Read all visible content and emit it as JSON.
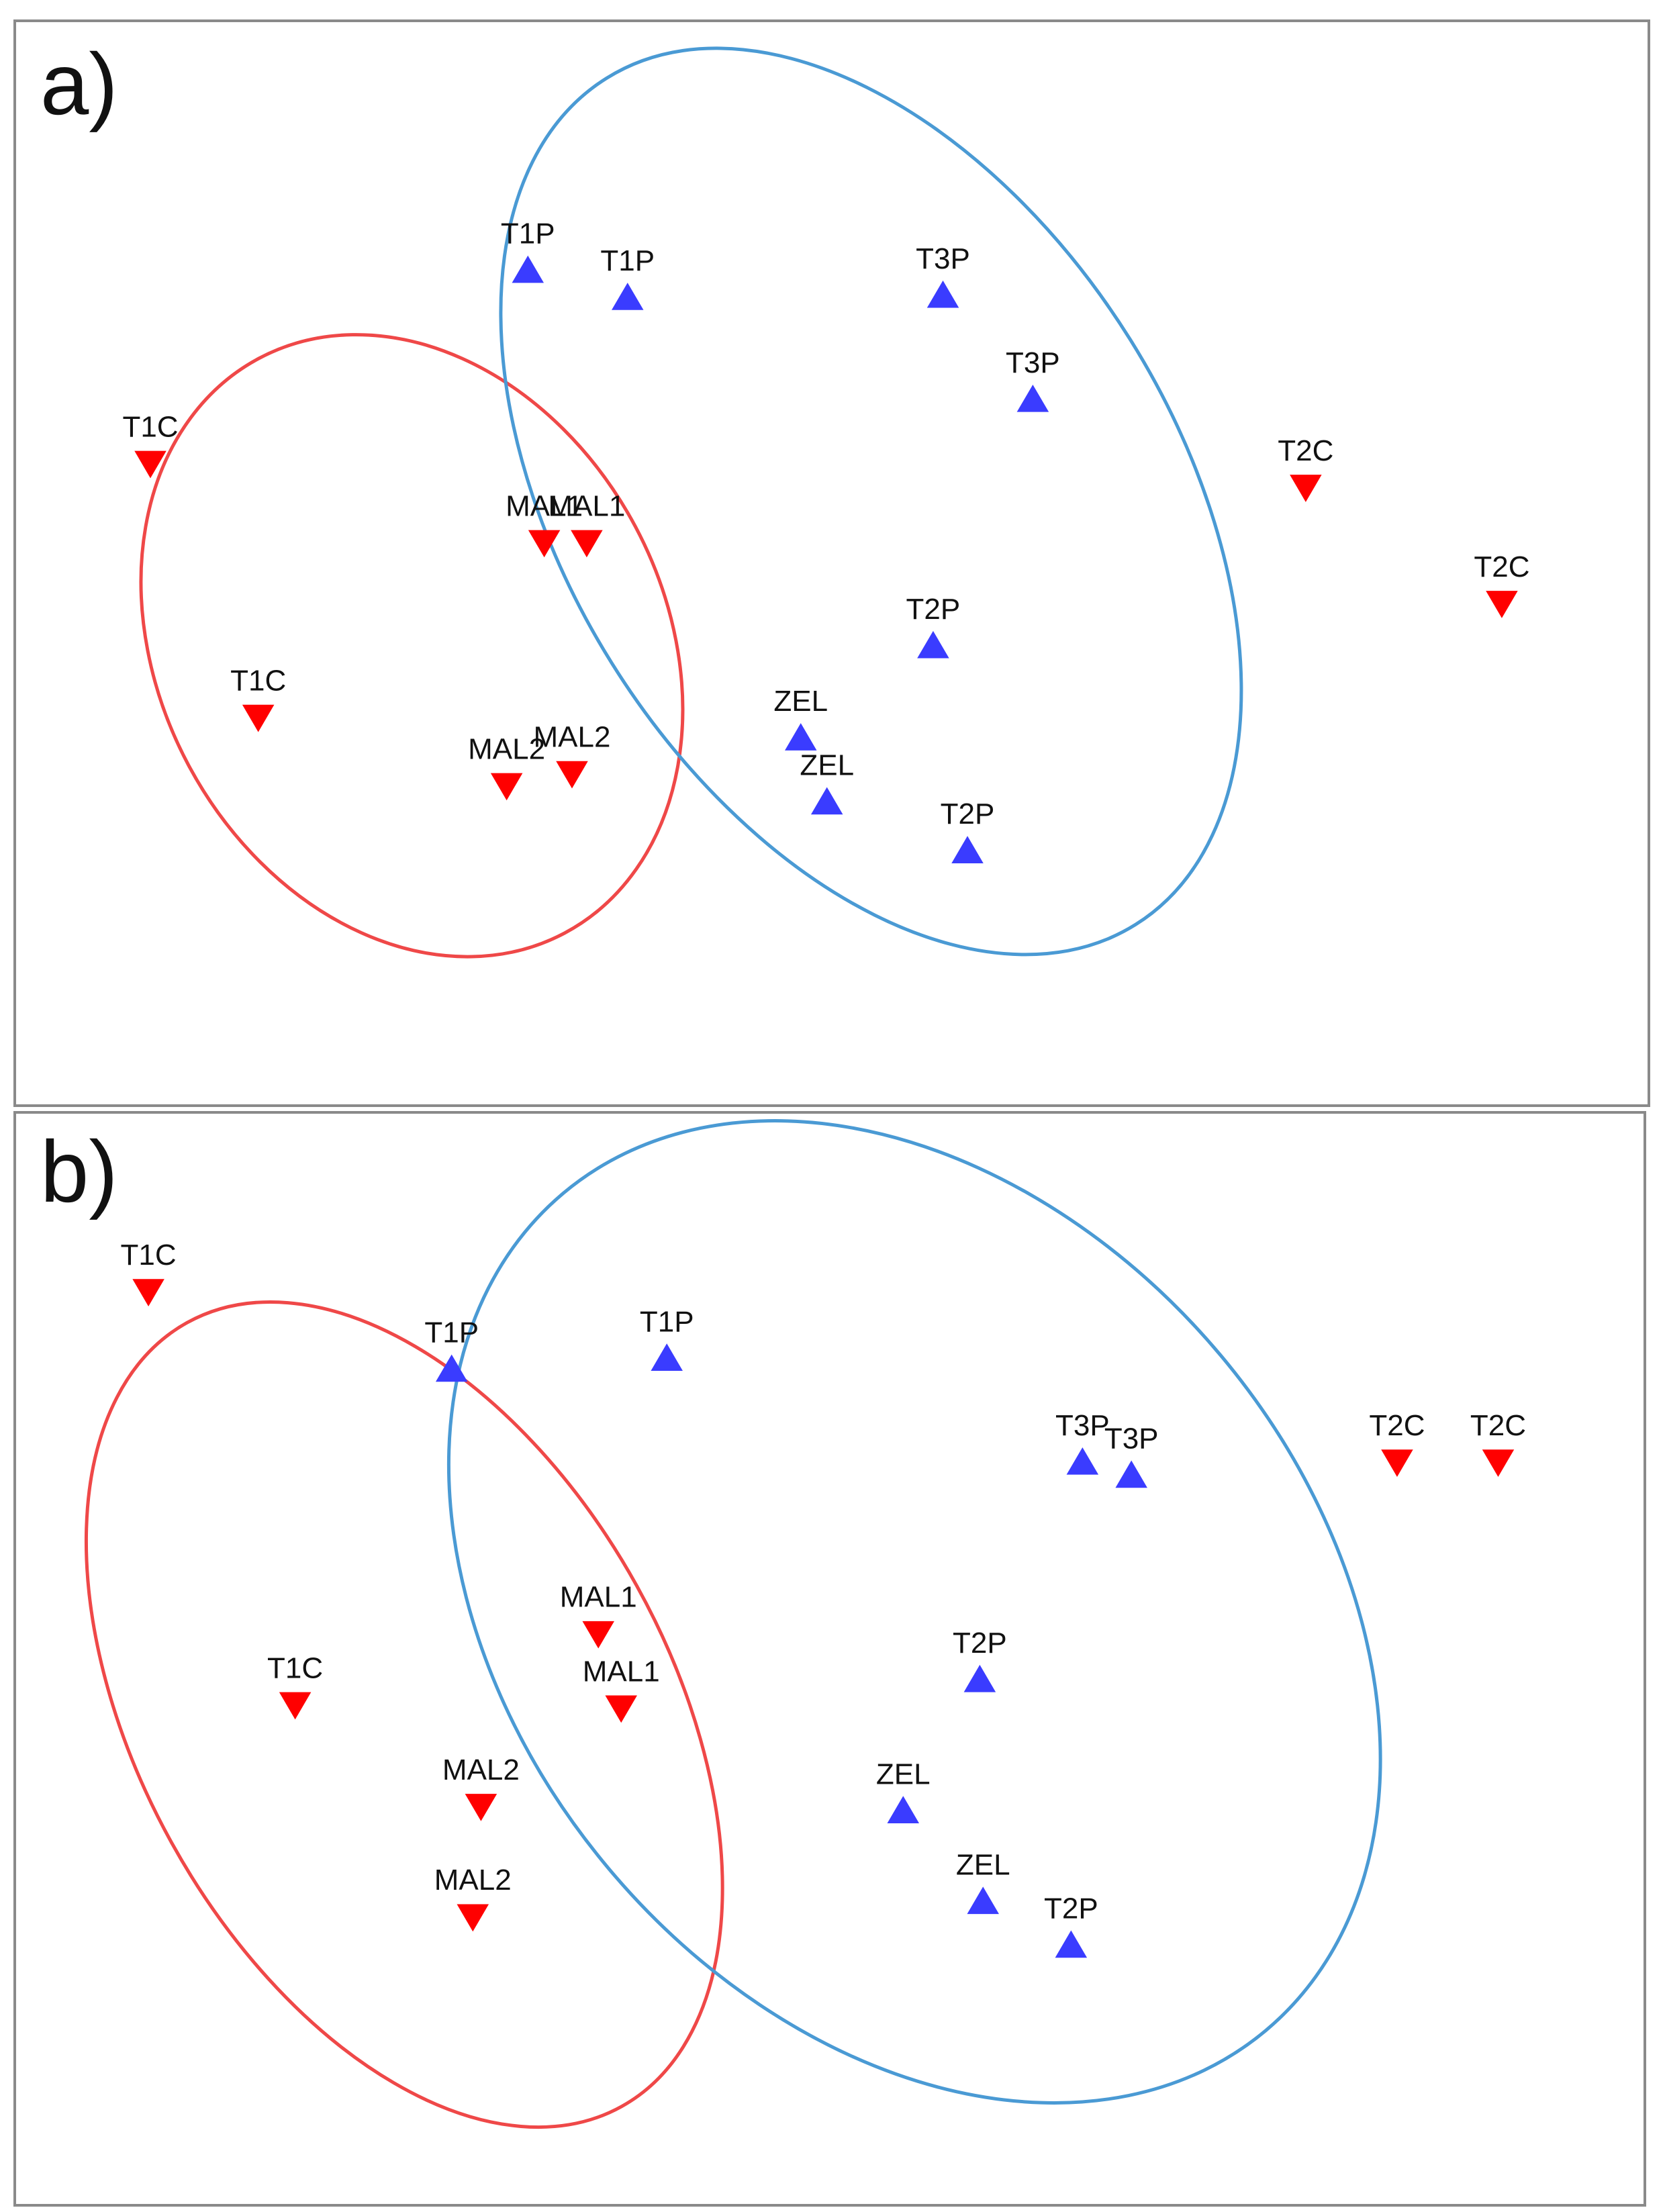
{
  "colors": {
    "group_red": "#ff0000",
    "group_blue": "#3a3cff",
    "ellipse_red": "#ef4848",
    "ellipse_blue": "#4a9ad4",
    "frame": "#8a8a8a"
  },
  "chart_data": [
    {
      "type": "scatter",
      "panel_label": "a)",
      "title": "",
      "xlabel": "",
      "ylabel": "",
      "xlim": [
        0,
        100
      ],
      "ylim": [
        0,
        100
      ],
      "grid": false,
      "marker_legend": {
        "down_triangle": "group_red",
        "up_triangle": "group_blue"
      },
      "points": [
        {
          "label": "T1P",
          "x": 31.4,
          "y": 77.0,
          "marker": "up",
          "group": "blue"
        },
        {
          "label": "T1P",
          "x": 37.5,
          "y": 74.5,
          "marker": "up",
          "group": "blue"
        },
        {
          "label": "T3P",
          "x": 56.8,
          "y": 74.7,
          "marker": "up",
          "group": "blue"
        },
        {
          "label": "T3P",
          "x": 62.3,
          "y": 65.1,
          "marker": "up",
          "group": "blue"
        },
        {
          "label": "T2P",
          "x": 56.2,
          "y": 42.4,
          "marker": "up",
          "group": "blue"
        },
        {
          "label": "T2P",
          "x": 58.3,
          "y": 23.5,
          "marker": "up",
          "group": "blue"
        },
        {
          "label": "ZEL",
          "x": 48.1,
          "y": 33.9,
          "marker": "up",
          "group": "blue"
        },
        {
          "label": "ZEL",
          "x": 49.7,
          "y": 28.0,
          "marker": "up",
          "group": "blue"
        },
        {
          "label": "T1C",
          "x": 8.3,
          "y": 59.2,
          "marker": "down",
          "group": "red"
        },
        {
          "label": "T1C",
          "x": 14.9,
          "y": 35.8,
          "marker": "down",
          "group": "red"
        },
        {
          "label": "MAL1",
          "x": 32.4,
          "y": 51.9,
          "marker": "down",
          "group": "red"
        },
        {
          "label": "MAL1",
          "x": 35.0,
          "y": 51.9,
          "marker": "down",
          "group": "red"
        },
        {
          "label": "MAL2",
          "x": 30.1,
          "y": 29.5,
          "marker": "down",
          "group": "red"
        },
        {
          "label": "MAL2",
          "x": 34.1,
          "y": 30.6,
          "marker": "down",
          "group": "red"
        },
        {
          "label": "T2C",
          "x": 79.0,
          "y": 57.0,
          "marker": "down",
          "group": "red"
        },
        {
          "label": "T2C",
          "x": 91.0,
          "y": 46.3,
          "marker": "down",
          "group": "red"
        }
      ],
      "ellipses": [
        {
          "group": "red",
          "cx": 24.3,
          "cy": 42.4,
          "rx": 15.5,
          "ry": 30.0,
          "angle_deg": -28
        },
        {
          "group": "blue",
          "cx": 52.4,
          "cy": 55.7,
          "rx": 18.7,
          "ry": 46.0,
          "angle_deg": -32
        }
      ]
    },
    {
      "type": "scatter",
      "panel_label": "b)",
      "title": "",
      "xlabel": "",
      "ylabel": "",
      "xlim": [
        0,
        100
      ],
      "ylim": [
        0,
        100
      ],
      "grid": false,
      "marker_legend": {
        "down_triangle": "group_red",
        "up_triangle": "group_blue"
      },
      "points": [
        {
          "label": "T1C",
          "x": 8.2,
          "y": 83.6,
          "marker": "down",
          "group": "red"
        },
        {
          "label": "T1C",
          "x": 17.2,
          "y": 45.8,
          "marker": "down",
          "group": "red"
        },
        {
          "label": "T1P",
          "x": 26.8,
          "y": 76.5,
          "marker": "up",
          "group": "blue"
        },
        {
          "label": "T1P",
          "x": 40.0,
          "y": 77.5,
          "marker": "up",
          "group": "blue"
        },
        {
          "label": "T3P",
          "x": 65.5,
          "y": 68.0,
          "marker": "up",
          "group": "blue"
        },
        {
          "label": "T3P",
          "x": 68.5,
          "y": 66.8,
          "marker": "up",
          "group": "blue"
        },
        {
          "label": "T2C",
          "x": 84.8,
          "y": 68.0,
          "marker": "down",
          "group": "red"
        },
        {
          "label": "T2C",
          "x": 91.0,
          "y": 68.0,
          "marker": "down",
          "group": "red"
        },
        {
          "label": "MAL1",
          "x": 35.8,
          "y": 52.3,
          "marker": "down",
          "group": "red"
        },
        {
          "label": "MAL1",
          "x": 37.2,
          "y": 45.5,
          "marker": "down",
          "group": "red"
        },
        {
          "label": "T2P",
          "x": 59.2,
          "y": 48.1,
          "marker": "up",
          "group": "blue"
        },
        {
          "label": "T2P",
          "x": 64.8,
          "y": 23.8,
          "marker": "up",
          "group": "blue"
        },
        {
          "label": "ZEL",
          "x": 54.5,
          "y": 36.1,
          "marker": "up",
          "group": "blue"
        },
        {
          "label": "ZEL",
          "x": 59.4,
          "y": 27.8,
          "marker": "up",
          "group": "blue"
        },
        {
          "label": "MAL2",
          "x": 28.6,
          "y": 36.5,
          "marker": "down",
          "group": "red"
        },
        {
          "label": "MAL2",
          "x": 28.1,
          "y": 26.4,
          "marker": "down",
          "group": "red"
        }
      ],
      "ellipses": [
        {
          "group": "red",
          "cx": 23.9,
          "cy": 44.9,
          "rx": 16.3,
          "ry": 41.0,
          "angle_deg": -29
        },
        {
          "group": "blue",
          "cx": 55.2,
          "cy": 54.3,
          "rx": 24.5,
          "ry": 50.0,
          "angle_deg": -40
        }
      ]
    }
  ]
}
